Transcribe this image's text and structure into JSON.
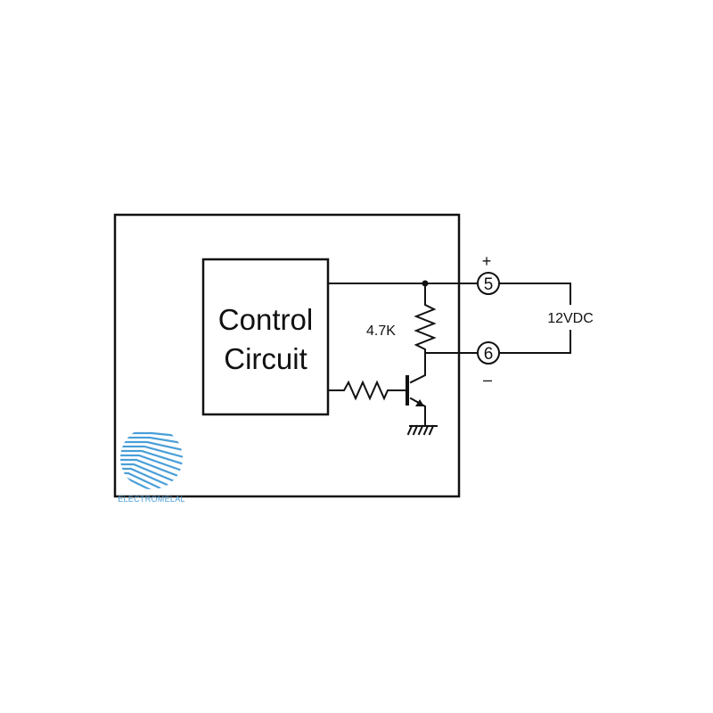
{
  "control_block": {
    "line1": "Control",
    "line2": "Circuit"
  },
  "pullup_resistor": {
    "label": "4.7K"
  },
  "terminals": {
    "positive": {
      "number": "5",
      "polarity": "+"
    },
    "negative": {
      "number": "6",
      "polarity": "–"
    }
  },
  "supply": {
    "label": "12VDC"
  },
  "logo": {
    "name": "ELECTROMELAL",
    "color": "#4a9fd8"
  },
  "colors": {
    "line": "#111111",
    "background": "#ffffff"
  }
}
